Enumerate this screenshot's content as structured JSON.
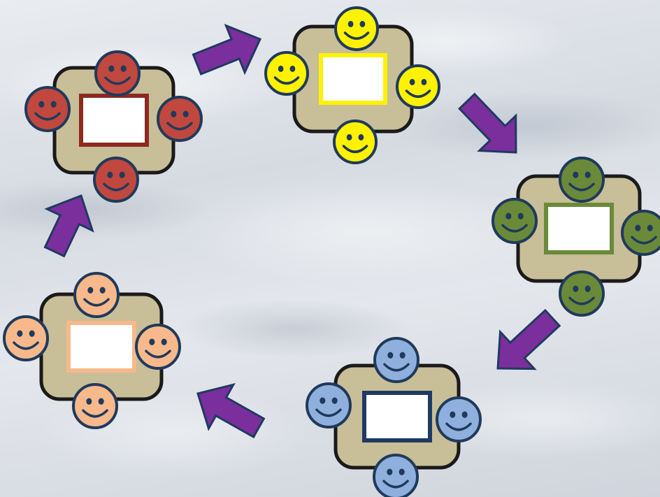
{
  "colors": {
    "table_fill": "#c8be98",
    "table_stroke": "#1a1a1a",
    "face_stroke": "#203a5c",
    "arrow_fill": "#7a2f9c",
    "arrow_stroke": "#1f3a63",
    "screen_fill": "#ffffff"
  },
  "groups": [
    {
      "id": "red",
      "face_color": "#c0483f",
      "screen_border": "#8c2a22"
    },
    {
      "id": "yellow",
      "face_color": "#fff200",
      "screen_border": "#fff200"
    },
    {
      "id": "green",
      "face_color": "#6a8a3a",
      "screen_border": "#6a8a3a"
    },
    {
      "id": "blue",
      "face_color": "#8fb0dd",
      "screen_border": "#1f3a63"
    },
    {
      "id": "peach",
      "face_color": "#f7b98b",
      "screen_border": "#f7b98b"
    }
  ],
  "flow": [
    "red",
    "yellow",
    "green",
    "blue",
    "peach",
    "red"
  ]
}
